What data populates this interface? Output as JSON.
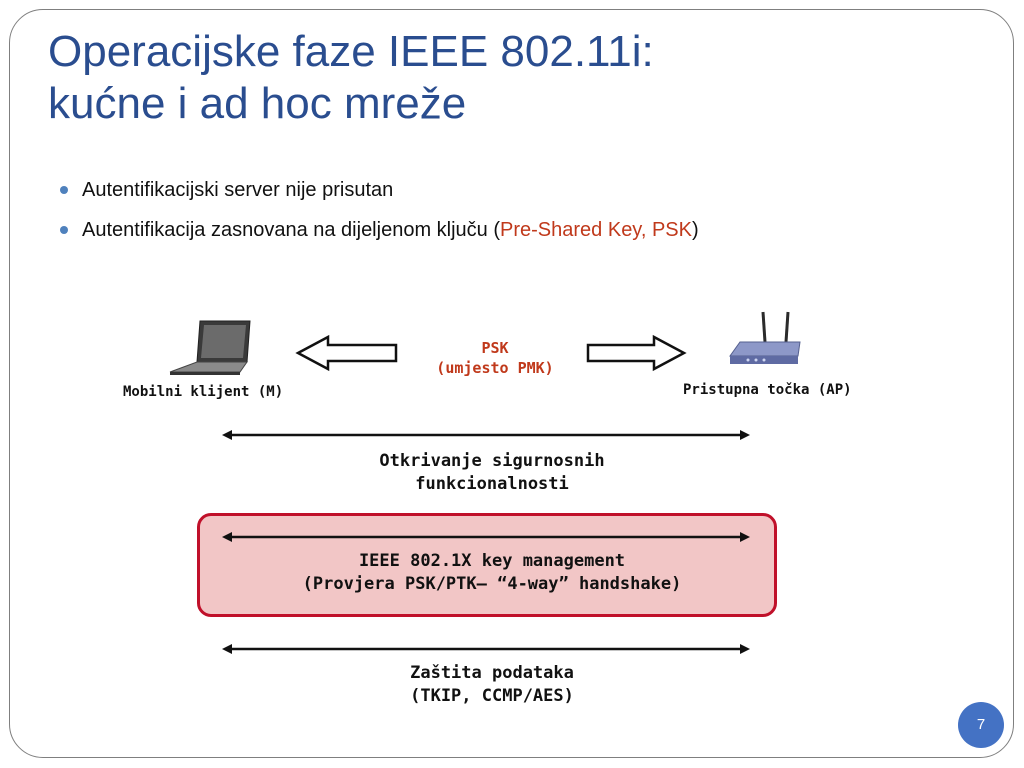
{
  "slide": {
    "title_line1": "Operacijske faze IEEE 802.11i:",
    "title_line2": "kućne i ad hoc mreže",
    "bullets": [
      {
        "text": "Autentifikacijski server nije prisutan"
      },
      {
        "text_before": "Autentifikacija zasnovana na dijeljenom ključu (",
        "emphasis": "Pre-Shared Key, PSK",
        "text_after": ")"
      }
    ],
    "accent_color": "#c0391b",
    "title_color": "#2a4d8f",
    "page_number": "7"
  },
  "diagram": {
    "client_label": "Mobilni klijent (M)",
    "client_icon": "laptop-icon",
    "ap_label": "Pristupna točka (AP)",
    "ap_icon": "wireless-router-icon",
    "psk_line1": "PSK",
    "psk_line2": "(umjesto PMK)",
    "phases": [
      {
        "line1": "Otkrivanje sigurnosnih",
        "line2": "funkcionalnosti"
      },
      {
        "line1": "IEEE 802.1X key management",
        "line2": "(Provjera PSK/PTK– “4-way” handshake)",
        "highlighted": true
      },
      {
        "line1": "Zaštita podataka",
        "line2": "(TKIP, CCMP/AES)"
      }
    ]
  }
}
